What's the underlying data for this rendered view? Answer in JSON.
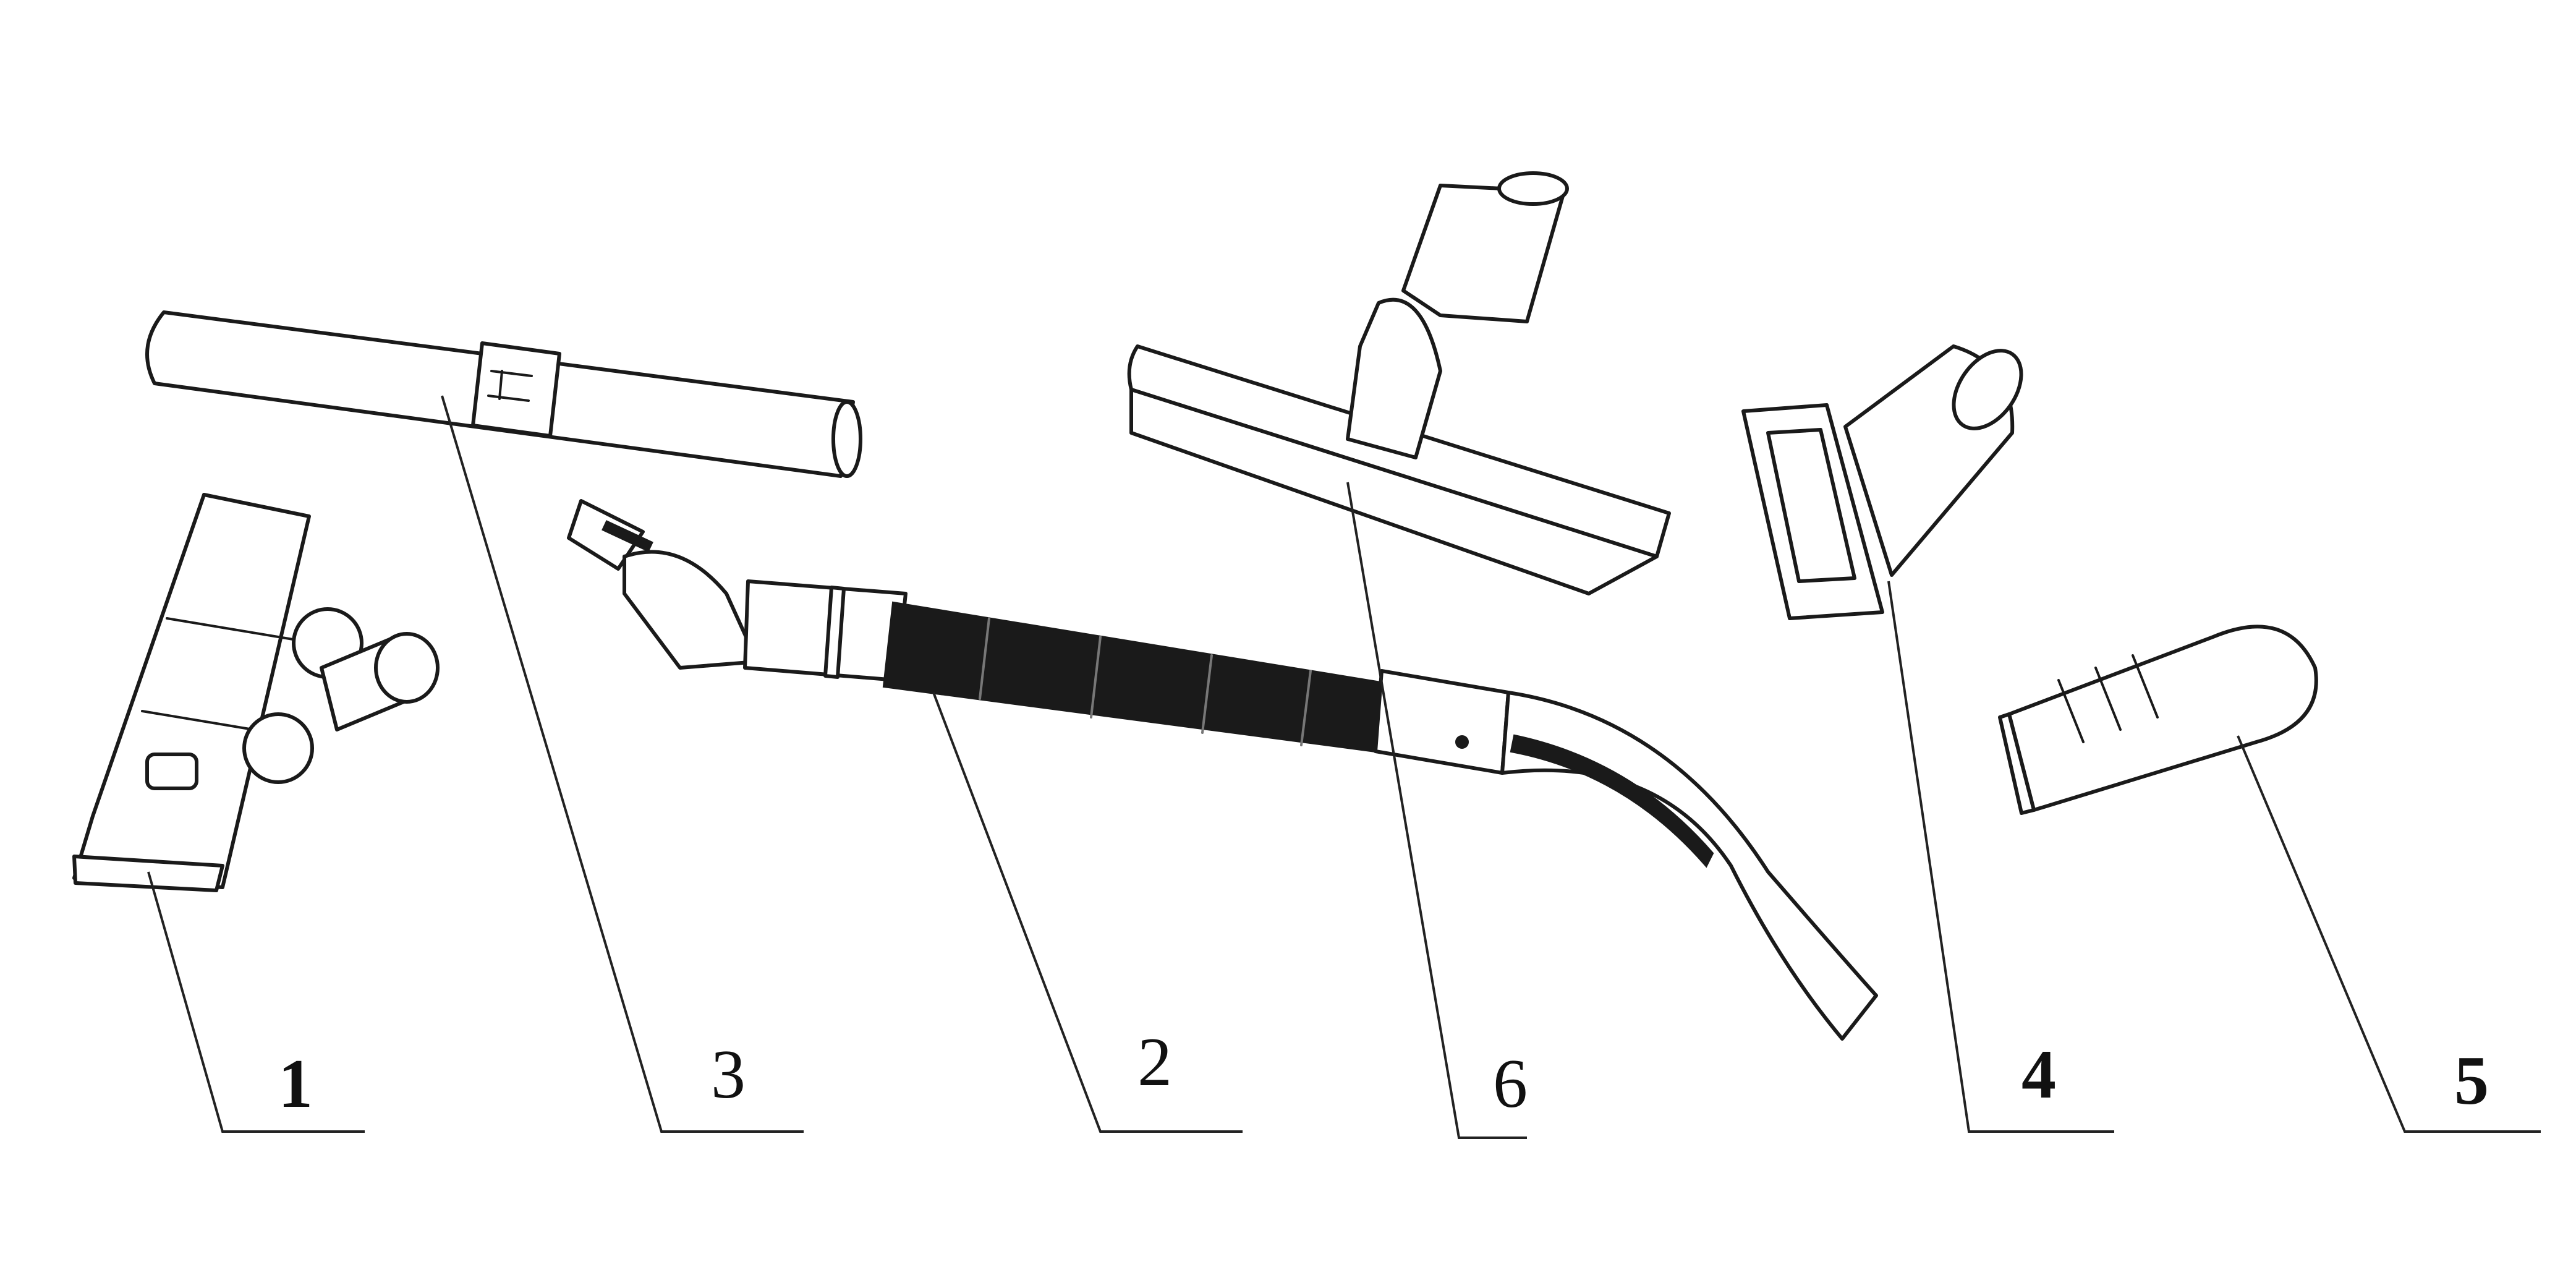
{
  "labels": {
    "item1": "1",
    "item2": "2",
    "item3": "3",
    "item4": "4",
    "item5": "5",
    "item6": "6"
  },
  "colors": {
    "line": "#1a1a1a",
    "background": "#ffffff"
  }
}
